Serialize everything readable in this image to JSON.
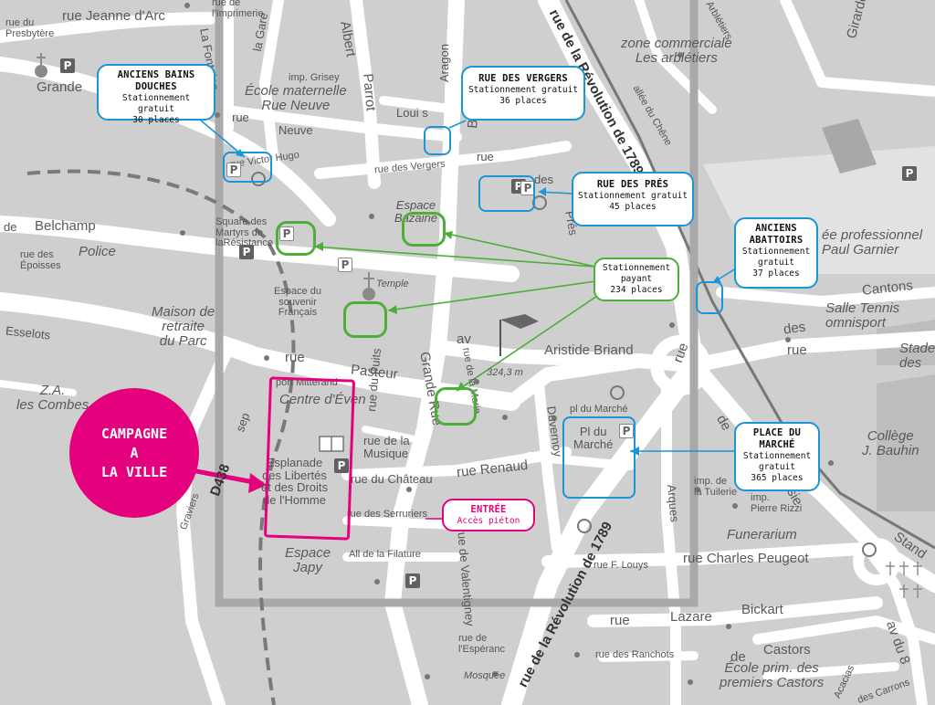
{
  "streets": {
    "jeanne_darc": "rue Jeanne d'Arc",
    "du_presbytere": "rue du\nPresbytère",
    "imprimerie": "rue de\nl'Imprimerie",
    "grande": "Grande",
    "la_fontaine": "La Fontaine",
    "la_gare": "la Gare",
    "albert": "Albert",
    "parrot": "Parrot",
    "imp_grisey": "imp. Grisey",
    "rue": "rue",
    "neuve": "Neuve",
    "louis": "Loui s",
    "aragon": "Aragon",
    "victor_hugo": "rue Victor Hugo",
    "belfort": "Belfort",
    "rue_des_vergers": "rue des Vergers",
    "des": "des",
    "pres": "Prés",
    "revolution": "rue de la Révolution de 1789",
    "allee_chene": "allée du Chêne",
    "arbletiers": "Arblétiers",
    "girardot": "Girardot",
    "belchamp": "Belchamp",
    "rue_des_epoisses": "rue des\nÉpoisses",
    "square": "Square des\nMartyrs de\nlaRésistance",
    "esselots": "Esselots",
    "temple": "Temple",
    "espace_souvenir": "Espace du\nsouvenir\nFrançais",
    "av": "av",
    "aristide_briand": "Aristide Briand",
    "altitude": "324,3 m",
    "pasteur": "Pasteur",
    "port_mitterand": "port Mitterand",
    "rue_de_la_marie": "rue de la Marie",
    "pl_du_marche_street": "pl du Marché",
    "rue_de_la_musique": "rue de la\nMusique",
    "rue_du_chateau": "rue du Château",
    "rue_renaud": "rue Renaud",
    "duvernoy": "Duvernoy",
    "arques": "Arques",
    "imp_tuilerie": "imp. de\nla Tuilerie",
    "imp_pierre_rizzi": "imp.\nPierre Rizzi",
    "rue_des_serruriers": "rue des Serruriers",
    "all_filature": "All de la Filature",
    "valentigney": "rue de Valentigney",
    "rue_f_louys": "rue F. Louys",
    "rue_charles_peugeot": "rue Charles Peugeot",
    "lazare": "Lazare",
    "bickart": "Bickart",
    "castors": "Castors",
    "rue_de_lesperance": "rue de\nl'Espéranc",
    "rue_des_ranchots": "rue des Ranchots",
    "mosquee": "Mosquée",
    "gravier": "Graviers",
    "d438": "D438",
    "cantons": "Cantons",
    "stand": "Stand",
    "acacias": "Acacias",
    "des_carrons": "des Carrons",
    "av_du_8": "av du 8",
    "puits": "rue du Puits",
    "grande_rue": "Grande Rue",
    "pl_du_marche": "Pl du\nMarché",
    "sep": "sep",
    "des2": "des",
    "rue2": "rue",
    "rue3": "rue",
    "rue4": "rue",
    "rue5": "rue",
    "lo": "de",
    "sie": "sie",
    "lle": "lle",
    "rue6": "rue",
    "de2": "de"
  },
  "places": {
    "zone_commerciale": "zone commerciale\nLes arblétiers",
    "ecole_maternelle": "École maternelle\nRue Neuve",
    "police": "Police",
    "espace_bazaine": "Espace\nBazaine",
    "maison_retraite": "Maison de\nretraite\ndu Parc",
    "za_combes": "Z.A.\nles Combes",
    "centre_even": "Centre d'Éven",
    "esplanade": "Esplanade\ndes Libertés\net des Droits\nde l'Homme",
    "espace_japy": "Espace\nJapy",
    "lycee": "ée professionnel\nPaul Garnier",
    "salle_omnisport": "Salle Tennis\nomnisport",
    "stade": "Stade\ndes",
    "college": "Collège\nJ. Bauhin",
    "funerarium": "Funerarium",
    "ecole_castors": "École prim. des\npremiers Castors"
  },
  "parking_symbol": "P",
  "callouts": {
    "anciens_bains": {
      "title": "ANCIENS BAINS\nDOUCHES",
      "type": "Stationnement gratuit",
      "places": "30 places"
    },
    "rue_des_vergers": {
      "title": "RUE DES VERGERS",
      "type": "Stationnement gratuit",
      "places": "36 places"
    },
    "rue_des_pres": {
      "title": "RUE DES PRÉS",
      "type": "Stationnement gratuit",
      "places": "45 places"
    },
    "anciens_abattoirs": {
      "title": "ANCIENS\nABATTOIRS",
      "type": "Stationnement\ngratuit",
      "places": "37 places"
    },
    "payant": {
      "title": "Stationnement\npayant",
      "type": "",
      "places": "234 places"
    },
    "place_du_marche": {
      "title": "PLACE DU\nMARCHÉ",
      "type": "Stationnement\ngratuit",
      "places": "365 places"
    },
    "entree": {
      "title": "ENTRÉE",
      "type": "Accès piéton"
    }
  },
  "campagne": {
    "line1": "CAMPAGNE",
    "line2": "A",
    "line3": "LA VILLE"
  },
  "colors": {
    "free_parking": "#1a96d4",
    "paid_parking": "#4caf3a",
    "event": "#e5007d",
    "street": "#ffffff",
    "block": "#cfcfcf",
    "rail": "#666666"
  }
}
